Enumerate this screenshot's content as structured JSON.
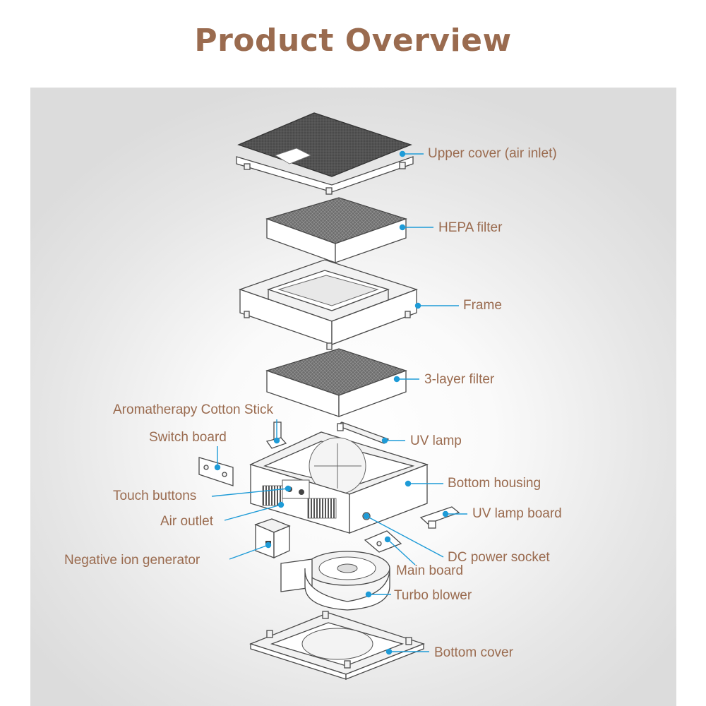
{
  "title": "Product Overview",
  "colors": {
    "title": "#9a6b4f",
    "label": "#9a6b4f",
    "leader": "#1e9bd7"
  },
  "labels": {
    "upper_cover": "Upper cover (air inlet)",
    "hepa_filter": "HEPA filter",
    "frame": "Frame",
    "three_layer_filter": "3-layer filter",
    "aromatherapy": "Aromatherapy Cotton Stick",
    "switch_board": "Switch board",
    "uv_lamp": "UV lamp",
    "bottom_housing": "Bottom housing",
    "touch_buttons": "Touch buttons",
    "uv_lamp_board": "UV lamp board",
    "air_outlet": "Air outlet",
    "dc_power_socket": "DC power socket",
    "negative_ion_generator": "Negative ion generator",
    "main_board": "Main board",
    "turbo_blower": "Turbo blower",
    "bottom_cover": "Bottom cover"
  }
}
